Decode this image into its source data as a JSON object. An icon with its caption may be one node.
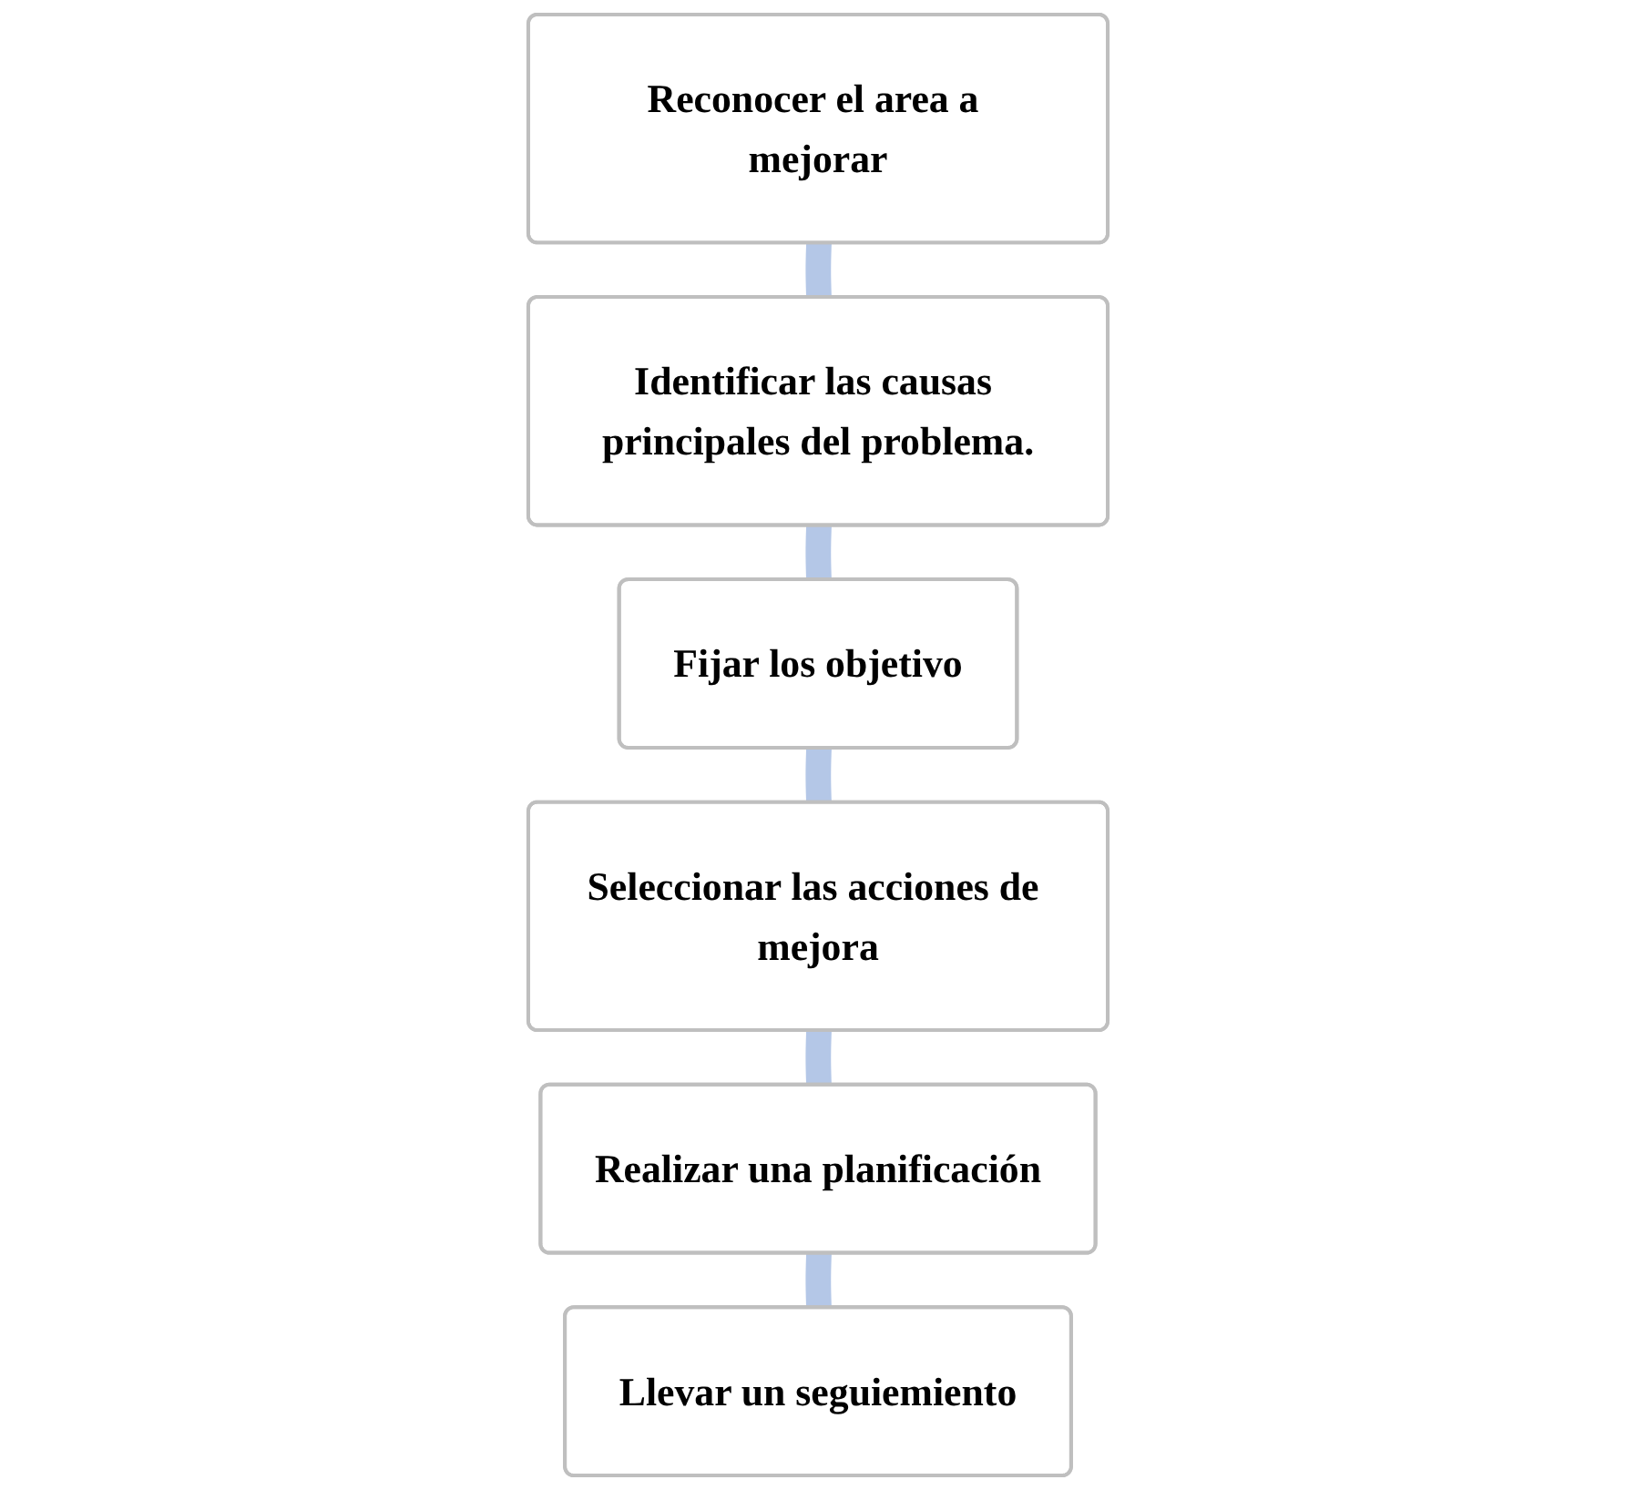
{
  "diagram": {
    "nodes": [
      {
        "text": [
          "Reconocer el area a mejorar"
        ]
      },
      {
        "text": [
          "Llevar un seguiemiento"
        ]
      },
      {
        "text": [
          "Identificar las causas principales del problema."
        ]
      },
      {
        "text": [
          "Realizar una planificación"
        ]
      },
      {
        "text": [
          "Fijar los objetivo"
        ]
      },
      {
        "text": [
          "Seleccionar las acciones de mejora"
        ]
      }
    ],
    "edges": [
      {
        "from": 0,
        "to": 2,
        "arrow": "none"
      },
      {
        "from": 2,
        "to": 4,
        "arrow": "none"
      },
      {
        "from": 4,
        "to": 5,
        "arrow": "none"
      },
      {
        "from": 5,
        "to": 3,
        "arrow": "none"
      },
      {
        "from": 3,
        "to": 1,
        "arrow": "none"
      }
    ]
  }
}
